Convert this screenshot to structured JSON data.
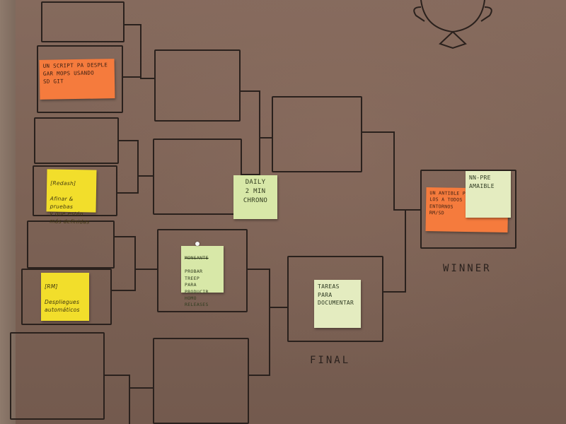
{
  "scene": {
    "description_type": "photo",
    "colors": {
      "paper": "#7a5f52",
      "ink": "#2a211d",
      "note_orange": "#f57b3d",
      "note_yellow": "#f2de2b",
      "note_green": "#d8e8a8"
    }
  },
  "labels": {
    "winner": "WINNER",
    "final": "FINAL"
  },
  "notes": {
    "n1": "UN SCRIPT PA DESPLE\nGAR MOPS USANDO\nSD       GIT",
    "n2_title": "[Redash]",
    "n2": "Afinar & pruebas\ny que estén\nmás definidas",
    "n3": "DAILY\n2 min\nCHRONO",
    "n4_title": "MONSANTE",
    "n4": "PROBAR TREEP\nPARA PRODUCIR\nHOMO RELEASES",
    "n5_title": "[RM]",
    "n5": "Despliegues\nautomáticos",
    "n6": "TAREAS PARA\nDOCUMENTAR",
    "n7": "UN ANTIBLE PA\nLOS A TODOS\nENTORNOS\n          RM/SD",
    "n8": "NN-PRE\nAMAIBLE"
  }
}
